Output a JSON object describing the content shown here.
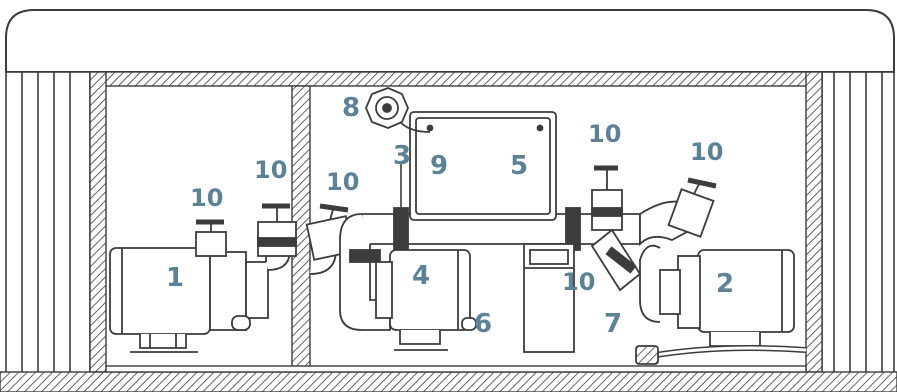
{
  "labels": {
    "pump_1": "1",
    "pump_2": "2",
    "item_3": "3",
    "pump_4": "4",
    "control_box": "5",
    "item_6": "6",
    "item_7": "7",
    "keypad": "8",
    "item_9": "9",
    "valve": "10"
  },
  "colors": {
    "line": "#3c3c3c",
    "accent_label": "#5b8296",
    "background": "#ffffff"
  }
}
